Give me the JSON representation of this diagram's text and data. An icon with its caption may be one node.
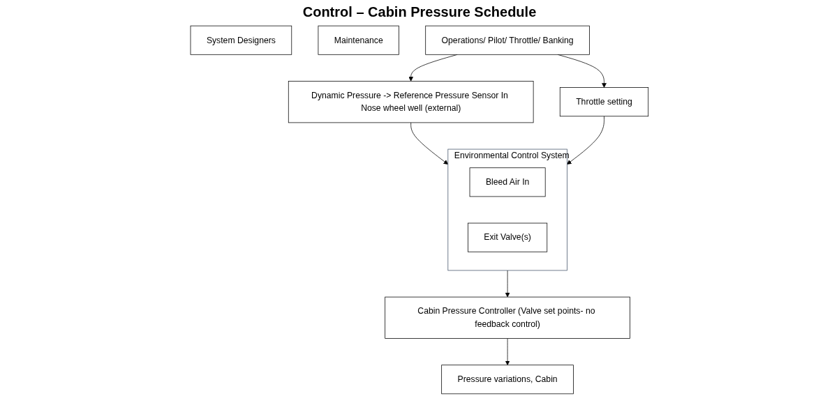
{
  "diagram": {
    "title": "Control – Cabin Pressure Schedule",
    "nodes": [
      {
        "text": [
          "System Designers"
        ]
      },
      {
        "text": [
          "Maintenance"
        ]
      },
      {
        "text": [
          "Operations/ Pilot/ Throttle/ Banking"
        ]
      },
      {
        "text": [
          "Dynamic Pressure -> Reference Pressure Sensor In Nose wheel well (external)"
        ]
      },
      {
        "text": [
          "Throttle setting"
        ]
      },
      {
        "text": [
          "Environmental Control System"
        ]
      },
      {
        "text": [
          "Bleed Air In"
        ],
        "in": 5
      },
      {
        "text": [
          "Exit Valve(s)"
        ],
        "in": 5
      },
      {
        "text": [
          "Cabin Pressure Controller (Valve set points- no feedback control)"
        ]
      },
      {
        "text": [
          "Pressure variations, Cabin"
        ]
      }
    ],
    "edges": [
      {
        "from": 2,
        "to": 3,
        "arrow": "to"
      },
      {
        "from": 2,
        "to": 4,
        "arrow": "to"
      },
      {
        "from": 3,
        "to": 5,
        "arrow": "to"
      },
      {
        "from": 4,
        "to": 5,
        "arrow": "to"
      },
      {
        "from": 5,
        "to": 8,
        "arrow": "to"
      },
      {
        "from": 8,
        "to": 9,
        "arrow": "to"
      }
    ]
  }
}
